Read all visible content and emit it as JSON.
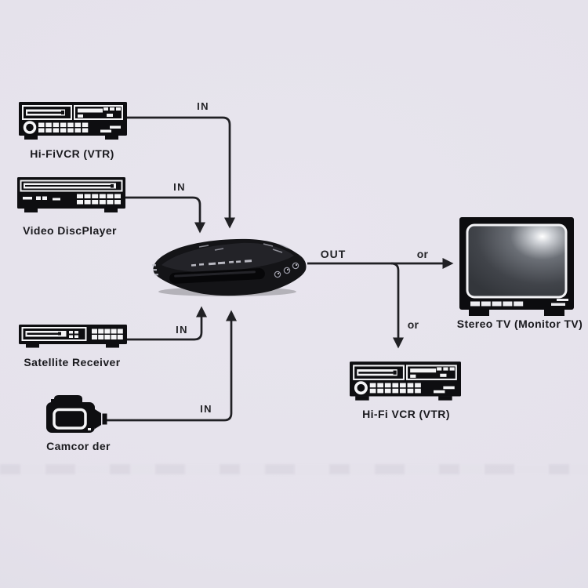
{
  "page": {
    "description": "AV selector hookup diagram",
    "colors": {
      "background": "#e6e3ec",
      "line": "#202024",
      "device": "#0e0e11",
      "label": "#1a1a1e"
    }
  },
  "diagram": {
    "sources": [
      {
        "id": "hifi-vcr-top",
        "label": "Hi-FiVCR (VTR)",
        "in_label": "IN"
      },
      {
        "id": "video-disc-player",
        "label": "Video DiscPlayer",
        "in_label": "IN"
      },
      {
        "id": "satellite-receiver",
        "label": "Satellite Receiver",
        "in_label": "IN"
      },
      {
        "id": "camcorder",
        "label": "Camcor der",
        "in_label": "IN"
      }
    ],
    "hub": {
      "id": "av-selector-box"
    },
    "output": {
      "label": "OUT",
      "or_tv": "or",
      "or_vcr": "or"
    },
    "sinks": [
      {
        "id": "stereo-tv",
        "label": "Stereo TV (Monitor TV)"
      },
      {
        "id": "hifi-vcr-bottom",
        "label": "Hi-Fi VCR (VTR)"
      }
    ]
  }
}
